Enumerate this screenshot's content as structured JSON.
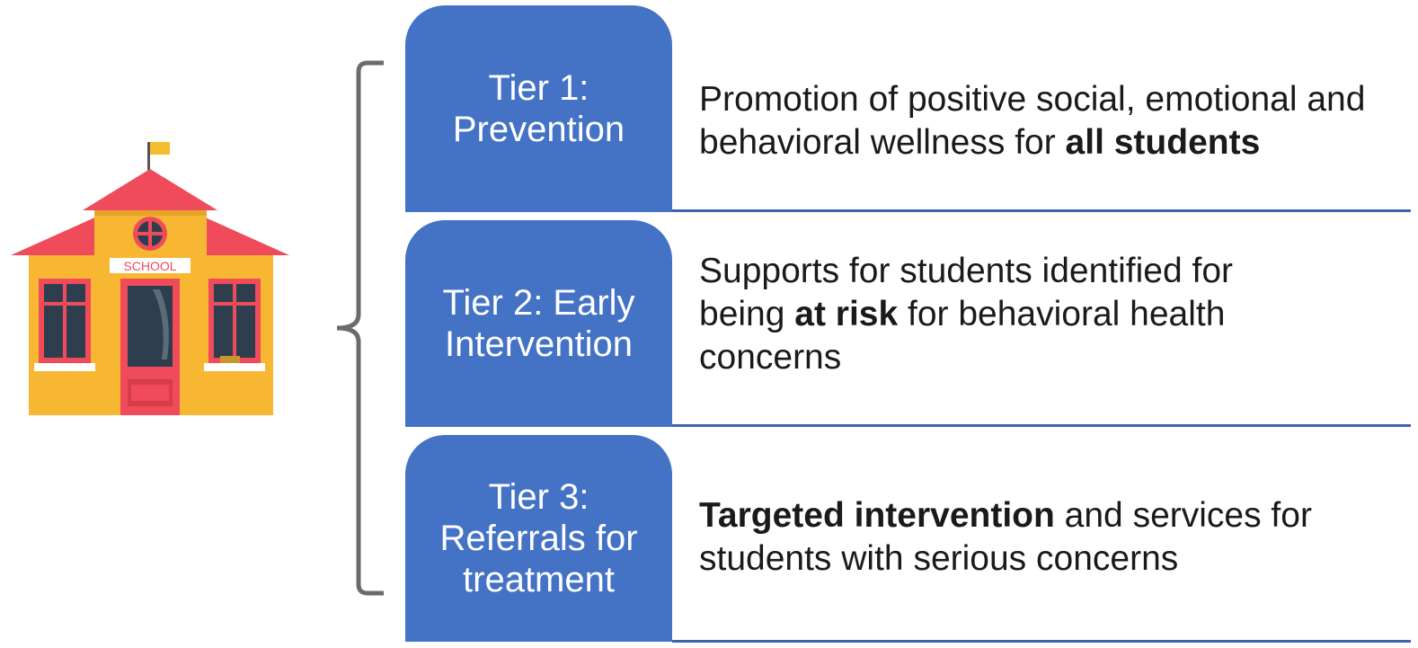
{
  "school": {
    "sign": "SCHOOL"
  },
  "tiers": [
    {
      "label_line1": "Tier 1:",
      "label_line2": "Prevention",
      "label_line3": "",
      "desc_parts": [
        "Promotion of positive social, emotional and behavioral wellness for ",
        "all students",
        ""
      ]
    },
    {
      "label_line1": "Tier 2: Early",
      "label_line2": "Intervention",
      "label_line3": "",
      "desc_parts": [
        "Supports for students identified for being ",
        "at risk",
        " for behavioral health concerns"
      ]
    },
    {
      "label_line1": "Tier 3:",
      "label_line2": "Referrals for",
      "label_line3": "treatment",
      "desc_parts": [
        "",
        "Targeted intervention",
        " and services for students with serious concerns"
      ]
    }
  ],
  "colors": {
    "tier_fill": "#4472C4",
    "rule": "#3F63A8",
    "bracket": "#6b6b6b"
  }
}
